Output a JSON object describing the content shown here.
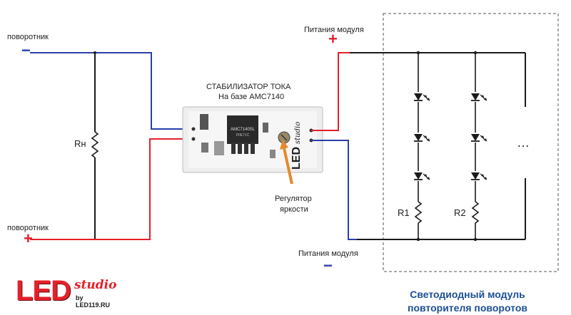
{
  "labels": {
    "turn_minus": "поворотник",
    "turn_plus": "поворотник",
    "load_resistor": "Rн",
    "stabilizer_line1": "СТАБИЛИЗАТОР ТОКА",
    "stabilizer_line2": "На базе AMC7140",
    "brightness_line1": "Регулятор",
    "brightness_line2": "яркости",
    "module_power_top": "Питания модуля",
    "module_power_bottom": "Питания модуля",
    "r1": "R1",
    "r2": "R2",
    "ellipsis": "…",
    "title_line1": "Светодиодный модуль",
    "title_line2": "повторителя поворотов"
  },
  "signs": {
    "plus": "+",
    "minus": "−"
  },
  "board": {
    "chip_text": "AMC7140SL",
    "chip_code": "P0E71C",
    "brand_led": "LED",
    "brand_studio": "studio"
  },
  "logo": {
    "led": "LED",
    "studio": "studio",
    "url": "by LED119.RU"
  },
  "colors": {
    "positive_wire": "#e4202a",
    "negative_wire": "#2a3fa8",
    "neutral_wire": "#1a1a1a",
    "title": "#1d4f93",
    "arrow": "#e48a2c"
  }
}
